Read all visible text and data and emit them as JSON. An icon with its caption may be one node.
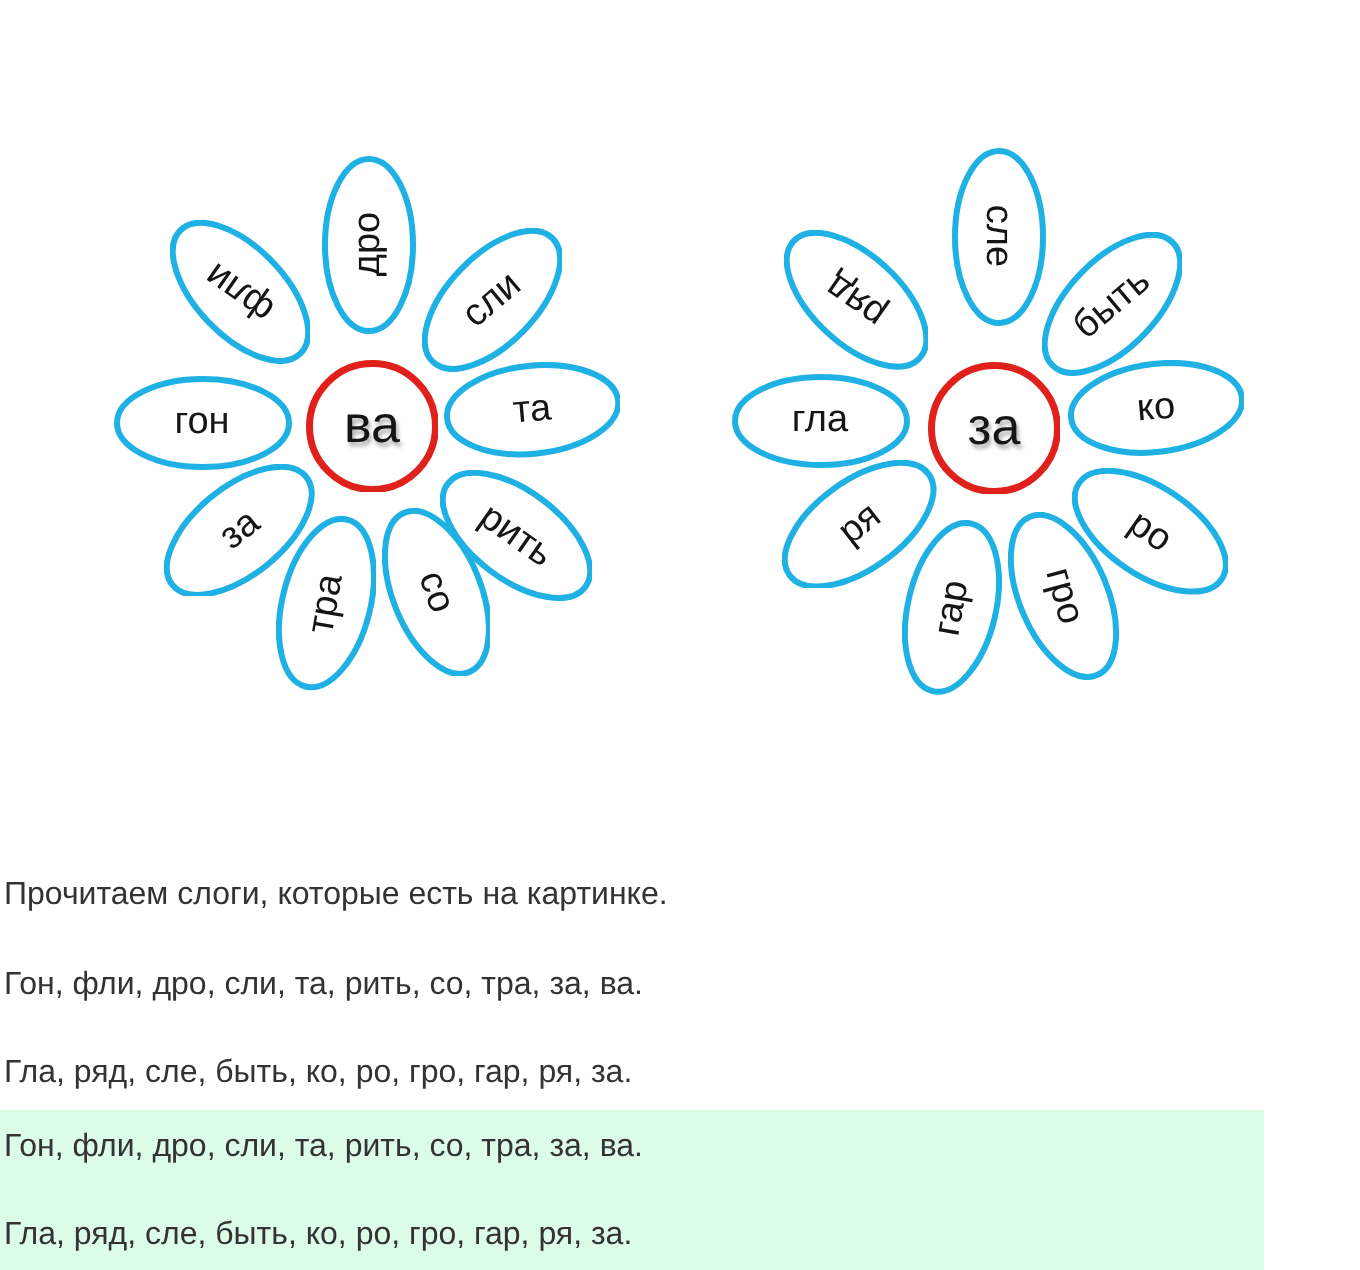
{
  "diagram": {
    "nodes": [
      {
        "text": [
          "ва"
        ]
      },
      {
        "text": [
          "дро"
        ]
      },
      {
        "text": [
          "сли"
        ]
      },
      {
        "text": [
          "та"
        ]
      },
      {
        "text": [
          "рить"
        ]
      },
      {
        "text": [
          "со"
        ]
      },
      {
        "text": [
          "тра"
        ]
      },
      {
        "text": [
          "за"
        ]
      },
      {
        "text": [
          "гон"
        ]
      },
      {
        "text": [
          "фли"
        ]
      },
      {
        "text": [
          "за"
        ]
      },
      {
        "text": [
          "сле"
        ]
      },
      {
        "text": [
          "быть"
        ]
      },
      {
        "text": [
          "ко"
        ]
      },
      {
        "text": [
          "ро"
        ]
      },
      {
        "text": [
          "гро"
        ]
      },
      {
        "text": [
          "гар"
        ]
      },
      {
        "text": [
          "ря"
        ]
      },
      {
        "text": [
          "гла"
        ]
      },
      {
        "text": [
          "ряд"
        ]
      },
      {
        "text": [
          "Гон, фли, дро, сли, та, рить, со, тра, за, ва.",
          "Гла, ряд, сле, быть, ко, ро, гро, гар, ря, за."
        ]
      }
    ],
    "labels": [
      "Прочитаем слоги, которые есть на картинке.",
      "Гон, фли, дро, сли, та, рить, со, тра, за, ва.",
      "Гла, ряд, сле, быть, ко, ро, гро, гар, ря, за."
    ]
  }
}
